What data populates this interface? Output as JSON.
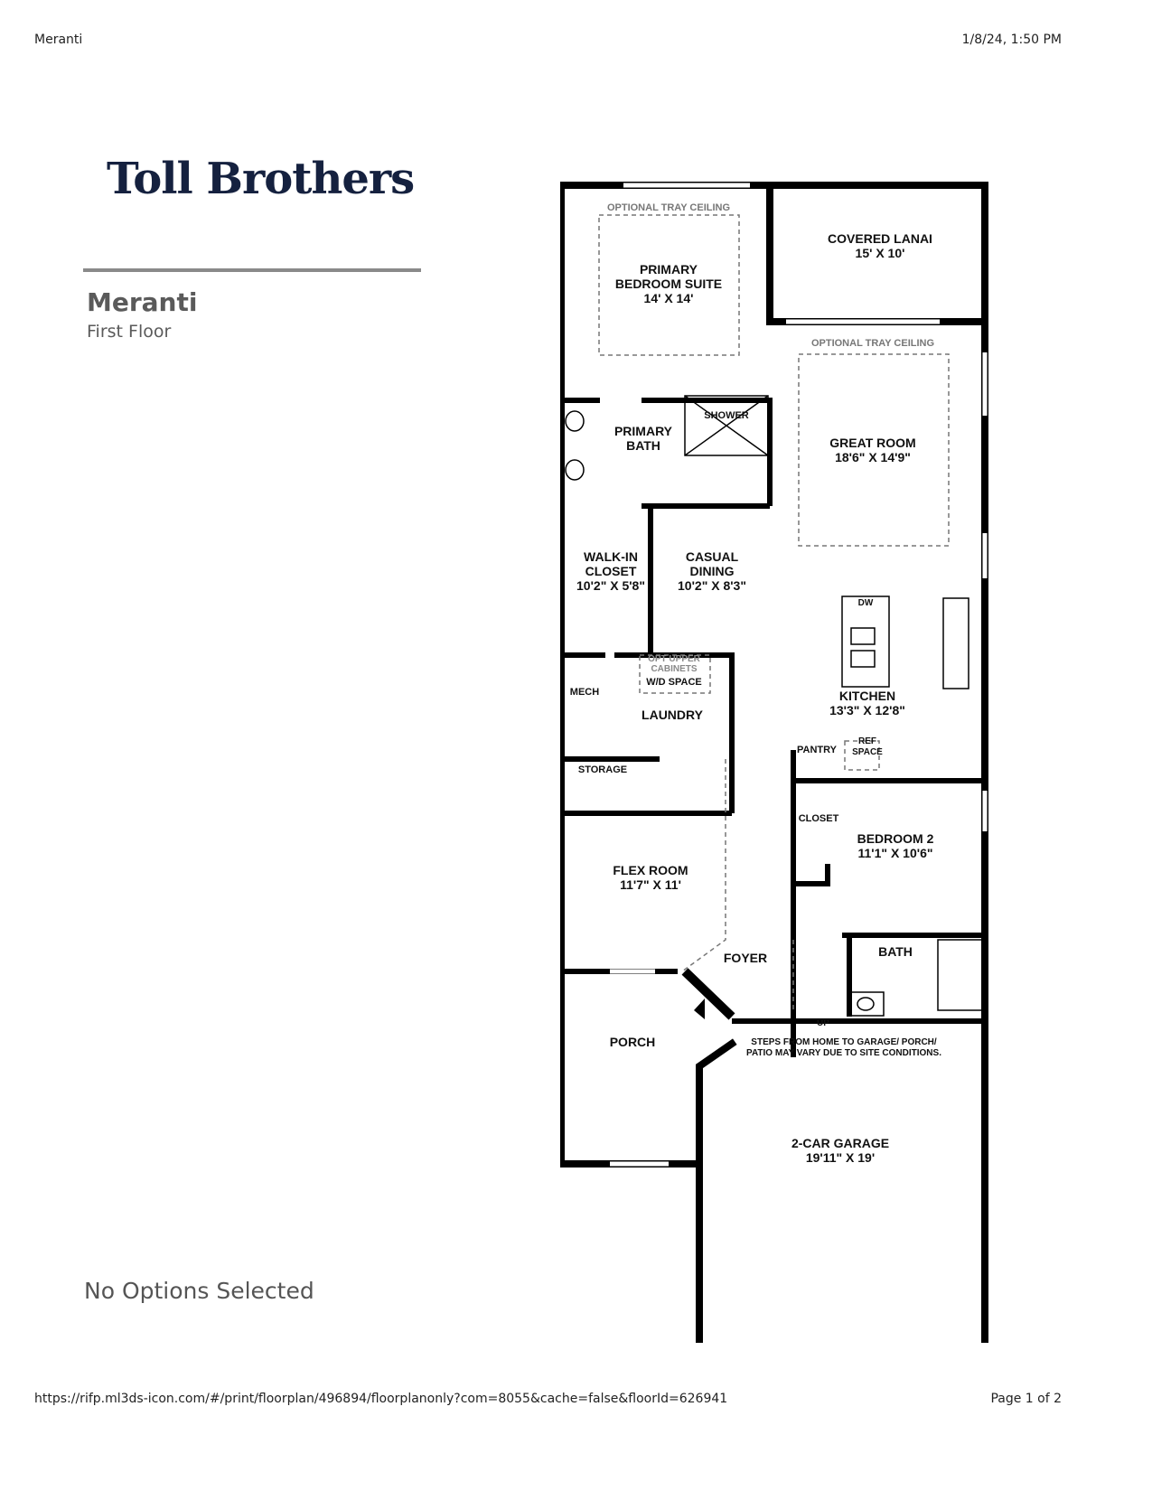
{
  "header": {
    "left": "Meranti",
    "right": "1/8/24, 1:50 PM"
  },
  "brand": {
    "logo_text": "Toll Brothers",
    "color": "#15213f"
  },
  "plan": {
    "name": "Meranti",
    "floor": "First Floor"
  },
  "options_text": "No Options Selected",
  "footer": {
    "url": "https://rifp.ml3ds-icon.com/#/print/floorplan/496894/floorplanonly?com=8055&cache=false&floorId=626941",
    "page": "Page 1 of 2"
  },
  "floorplan": {
    "tray1": "OPTIONAL TRAY CEILING",
    "primary_suite": [
      "PRIMARY",
      "BEDROOM SUITE",
      "14' X 14'"
    ],
    "lanai": [
      "COVERED LANAI",
      "15' X 10'"
    ],
    "tray2": "OPTIONAL TRAY CEILING",
    "primary_bath": [
      "PRIMARY",
      "BATH"
    ],
    "shower": "SHOWER",
    "great_room": [
      "GREAT ROOM",
      "18'6\" X 14'9\""
    ],
    "walkin": [
      "WALK-IN",
      "CLOSET",
      "10'2\" X 5'8\""
    ],
    "casual_dining": [
      "CASUAL",
      "DINING",
      "10'2\" X 8'3\""
    ],
    "dw": "DW",
    "opt_upper": [
      "OPT UPPER",
      "CABINETS"
    ],
    "wd_space": "W/D SPACE",
    "mech": "MECH",
    "laundry": "LAUNDRY",
    "kitchen": [
      "KITCHEN",
      "13'3\" X 12'8\""
    ],
    "pantry": "PANTRY",
    "ref_space": [
      "REF",
      "SPACE"
    ],
    "storage": "STORAGE",
    "closet": "CLOSET",
    "bedroom2": [
      "BEDROOM 2",
      "11'1\" X 10'6\""
    ],
    "flex_room": [
      "FLEX ROOM",
      "11'7\" X 11'"
    ],
    "bath": "BATH",
    "foyer": "FOYER",
    "porch": "PORCH",
    "up": "UP",
    "steps_note": [
      "STEPS FROM HOME TO GARAGE/ PORCH/",
      "PATIO MAY VARY DUE TO SITE CONDITIONS."
    ],
    "garage": [
      "2-CAR GARAGE",
      "19'11\" X 19'"
    ]
  }
}
